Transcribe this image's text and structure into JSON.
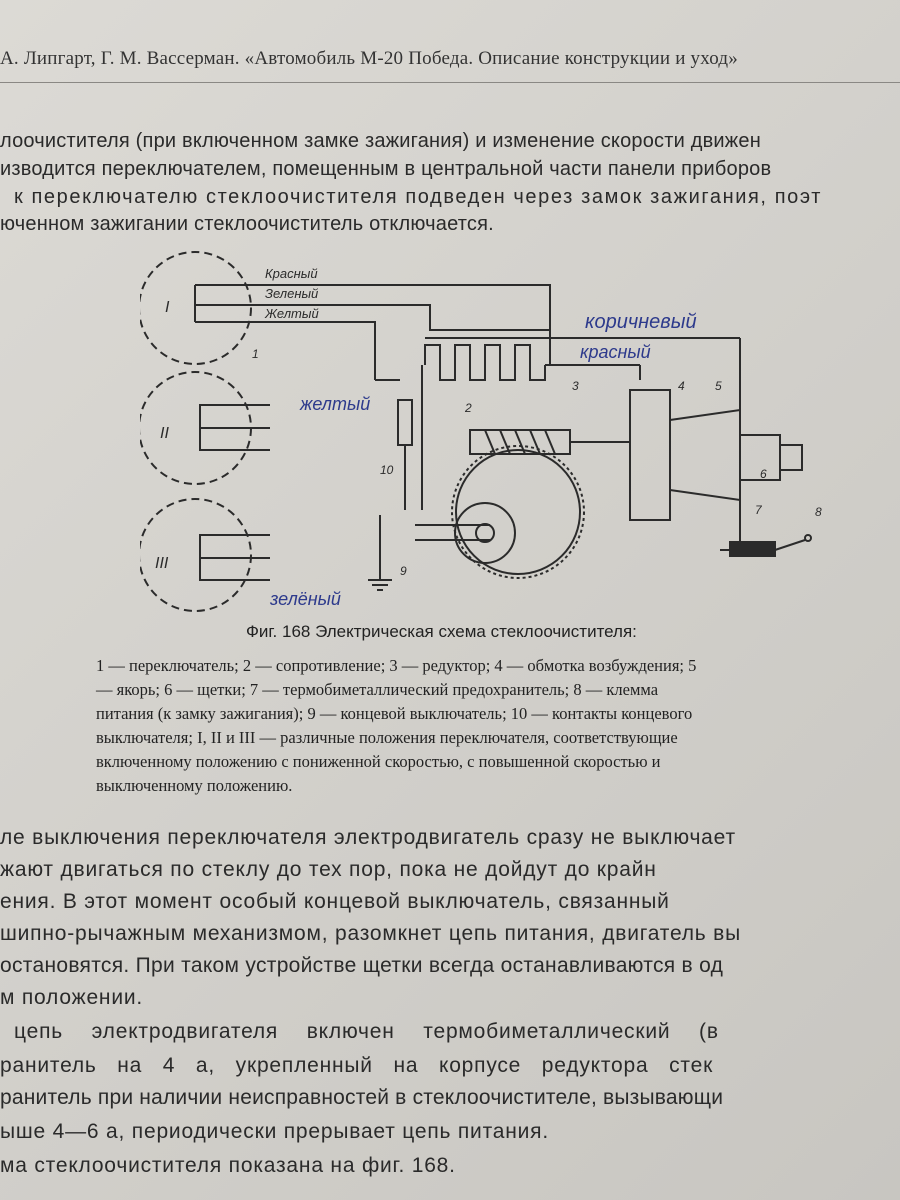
{
  "header": "А. Липгарт, Г. М. Вассерман. «Автомобиль М-20 Победа. Описание конструкции и уход»",
  "para_top": [
    "лоочистителя (при включенном замке зажигания) и изменение скорости движен",
    "изводится переключателем, помещенным в центральной части панели приборов",
    "к переключателю стеклоочистителя подведен через замок зажигания, поэт",
    "юченном зажигании стеклоочиститель отключается."
  ],
  "diagram": {
    "wire_labels": [
      "Красный",
      "Зеленый",
      "Желтый"
    ],
    "positions": [
      "I",
      "II",
      "III"
    ],
    "part_numbers": [
      "1",
      "2",
      "3",
      "4",
      "5",
      "6",
      "7",
      "8",
      "9",
      "10"
    ],
    "handwritten": [
      "коричневый",
      "красный",
      "желтый",
      "зелёный"
    ]
  },
  "figure_caption": "Фиг. 168 Электрическая схема стеклоочистителя:",
  "legend": [
    "1 — переключатель; 2 — сопротивление; 3 — редуктор; 4 — обмотка возбуждения; 5",
    "— якорь; 6 — щетки; 7 — термобиметаллический предохранитель; 8 — клемма",
    "питания (к замку зажигания); 9 — концевой выключатель; 10 — контакты концевого",
    "выключателя; I, II и III — различные положения переключателя, соответствующие",
    "включенному положению с пониженной скоростью, с повышенной скоростью и",
    "выключенному положению."
  ],
  "para_bottom": [
    "ле выключения переключателя электродвигатель сразу не выключает",
    "жают двигаться по стеклу до тех пор, пока не дойдут до крайн",
    "ения. В этот момент особый концевой выключатель, связанный",
    "шипно-рычажным механизмом, разомкнет цепь питания, двигатель вы",
    "остановятся. При таком устройстве щетки всегда останавливаются в од",
    "м положении.",
    "цепь электродвигателя включен термобиметаллический (в",
    "ранитель на 4 а, укрепленный на корпусе редуктора стек",
    "ранитель при наличии неисправностей в стеклоочистителе, вызывающи",
    "ыше 4—6 а, периодически прерывает цепь питания.",
    "ма стеклоочистителя показана на фиг. 168."
  ]
}
